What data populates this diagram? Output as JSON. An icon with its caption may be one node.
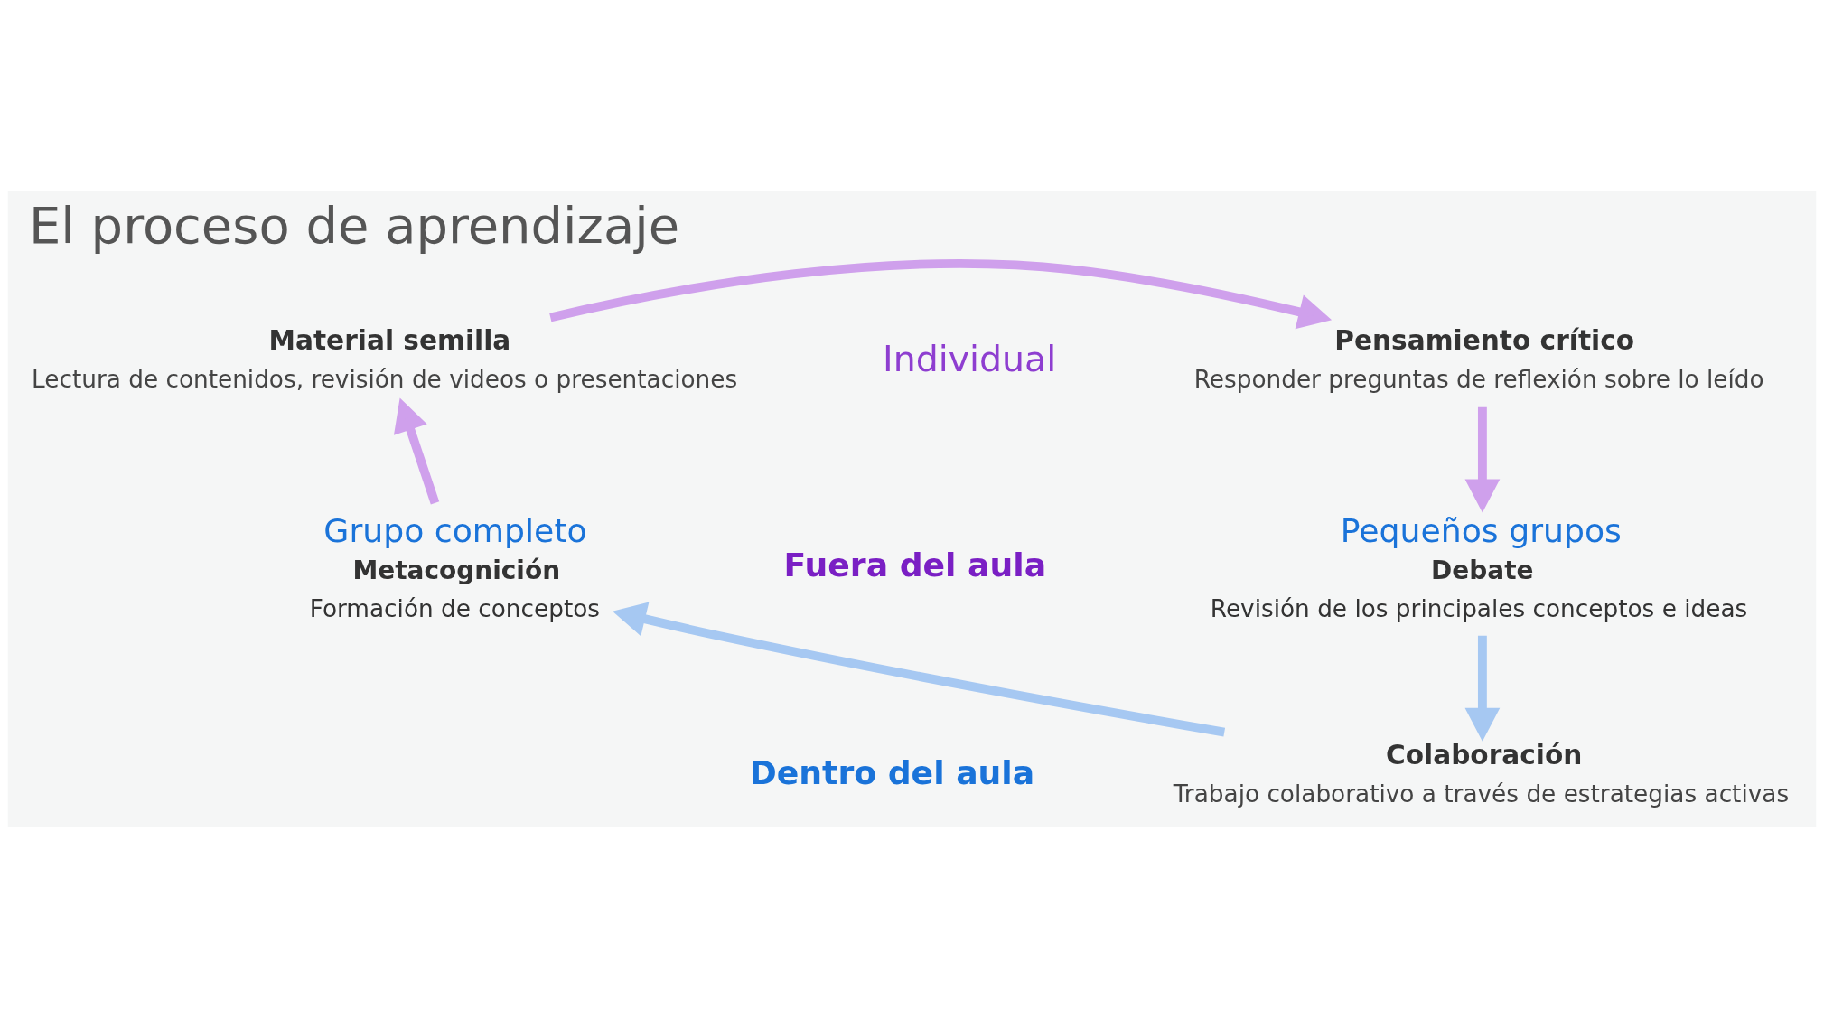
{
  "diagram": {
    "title": "El proceso de aprendizaje",
    "nodes": [
      {
        "text": [
          "Material semilla",
          "Lectura de contenidos, revisión de videos o presentaciones"
        ]
      },
      {
        "text": [
          "Pensamiento crítico",
          "Responder preguntas de reflexión sobre lo leído"
        ]
      },
      {
        "text": [
          "Pequeños grupos"
        ],
        "beside": [
          "Debate",
          "Revisión de los principales conceptos e ideas"
        ]
      },
      {
        "text": [
          "Colaboración",
          "Trabajo colaborativo a través de estrategias activas"
        ]
      },
      {
        "text": [
          "Grupo completo"
        ],
        "beside": [
          "Metacognición",
          "Formación de conceptos"
        ]
      }
    ],
    "edges": [
      {
        "from": 0,
        "to": 1,
        "arrow": "to"
      },
      {
        "from": 1,
        "to": 2,
        "arrow": "to"
      },
      {
        "from": 2,
        "to": 3,
        "arrow": "to",
        "color": "#a6c8f2"
      },
      {
        "from": 3,
        "to": 4,
        "arrow": "to",
        "color": "#a6c8f2"
      },
      {
        "from": 4,
        "to": 0,
        "arrow": "to"
      }
    ],
    "labels": [
      "Individual",
      "Fuera del aula",
      "Dentro del aula"
    ]
  }
}
